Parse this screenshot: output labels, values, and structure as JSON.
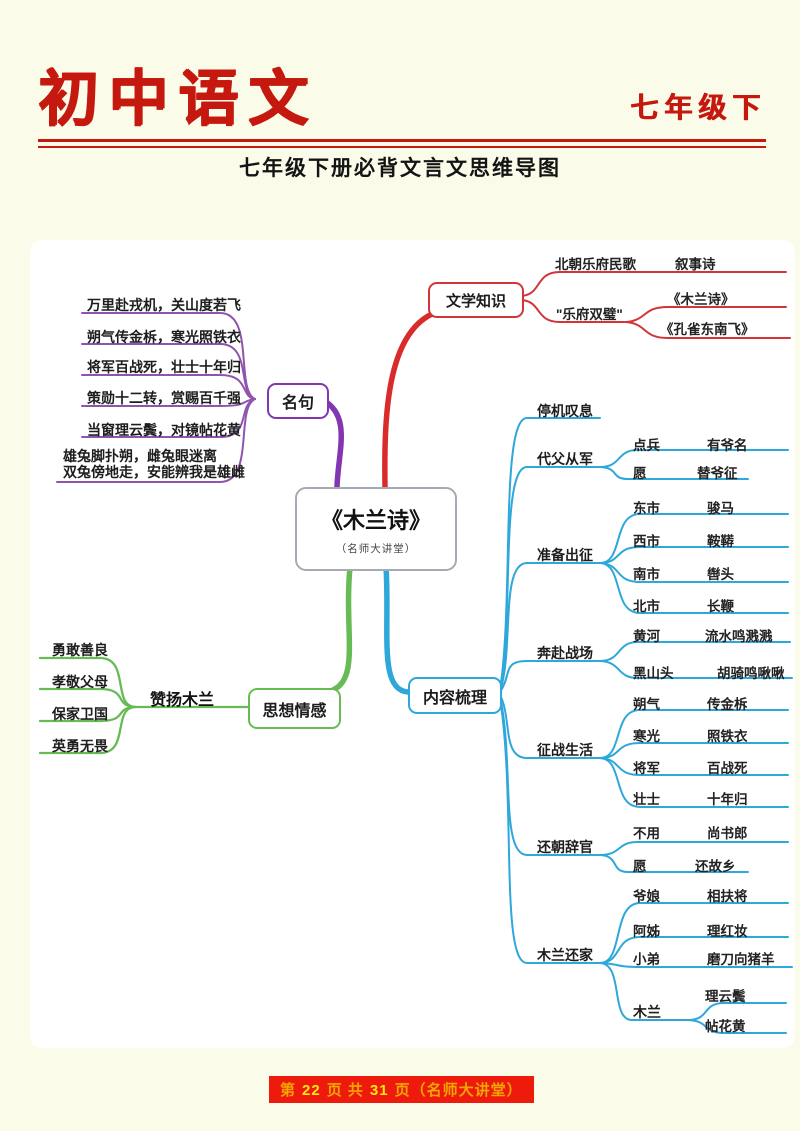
{
  "header": {
    "title": "初中语文",
    "grade": "七年级下",
    "subtitle": "七年级下册必背文言文思维导图"
  },
  "center": {
    "title": "《木兰诗》",
    "subtitle": "（名师大讲堂）"
  },
  "literature": {
    "label": "文学知识",
    "origin": "北朝乐府民歌",
    "origin_child": "叙事诗",
    "pair_label": "\"乐府双璧\"",
    "pair_child1": "《木兰诗》",
    "pair_child2": "《孔雀东南飞》"
  },
  "quotes": {
    "label": "名句",
    "lines": [
      "万里赴戎机，关山度若飞",
      "朔气传金柝，寒光照铁衣",
      "将军百战死，壮士十年归",
      "策勋十二转，赏赐百千强",
      "当窗理云鬓，对镜帖花黄",
      "雄兔脚扑朔，雌兔眼迷离",
      "双兔傍地走，安能辨我是雄雌"
    ]
  },
  "emotion": {
    "label": "思想情感",
    "sub_label": "赞扬木兰",
    "items": [
      "勇敢善良",
      "孝敬父母",
      "保家卫国",
      "英勇无畏"
    ]
  },
  "content": {
    "label": "内容梳理",
    "groups": [
      {
        "name": "停机叹息",
        "pairs": []
      },
      {
        "name": "代父从军",
        "pairs": [
          [
            "点兵",
            "有爷名"
          ],
          [
            "愿",
            "替爷征"
          ]
        ]
      },
      {
        "name": "准备出征",
        "pairs": [
          [
            "东市",
            "骏马"
          ],
          [
            "西市",
            "鞍鞯"
          ],
          [
            "南市",
            "辔头"
          ],
          [
            "北市",
            "长鞭"
          ]
        ]
      },
      {
        "name": "奔赴战场",
        "pairs": [
          [
            "黄河",
            "流水鸣溅溅"
          ],
          [
            "黑山头",
            "胡骑鸣啾啾"
          ]
        ]
      },
      {
        "name": "征战生活",
        "pairs": [
          [
            "朔气",
            "传金柝"
          ],
          [
            "寒光",
            "照铁衣"
          ],
          [
            "将军",
            "百战死"
          ],
          [
            "壮士",
            "十年归"
          ]
        ]
      },
      {
        "name": "还朝辞官",
        "pairs": [
          [
            "不用",
            "尚书郎"
          ],
          [
            "愿",
            "还故乡"
          ]
        ]
      },
      {
        "name": "木兰还家",
        "pairs": [
          [
            "爷娘",
            "相扶将"
          ],
          [
            "阿姊",
            "理红妆"
          ],
          [
            "小弟",
            "磨刀向猪羊"
          ]
        ]
      }
    ],
    "mulan": {
      "name": "木兰",
      "items": [
        "理云鬓",
        "帖花黄"
      ]
    }
  },
  "footer": {
    "prefix": "第",
    "page": "22",
    "middle": "页 共",
    "total": "31",
    "suffix": "页（名师大讲堂）"
  },
  "colors": {
    "header_red": "#c5180e",
    "branch_red": "#d23539",
    "branch_purple": "#8236b0",
    "branch_green": "#67bb55",
    "branch_blue": "#2ea7da",
    "footer_bg": "#ee1a0c",
    "footer_text": "#f2a703",
    "footer_number": "#ffe713",
    "page_bg": "#fbfbe9"
  }
}
